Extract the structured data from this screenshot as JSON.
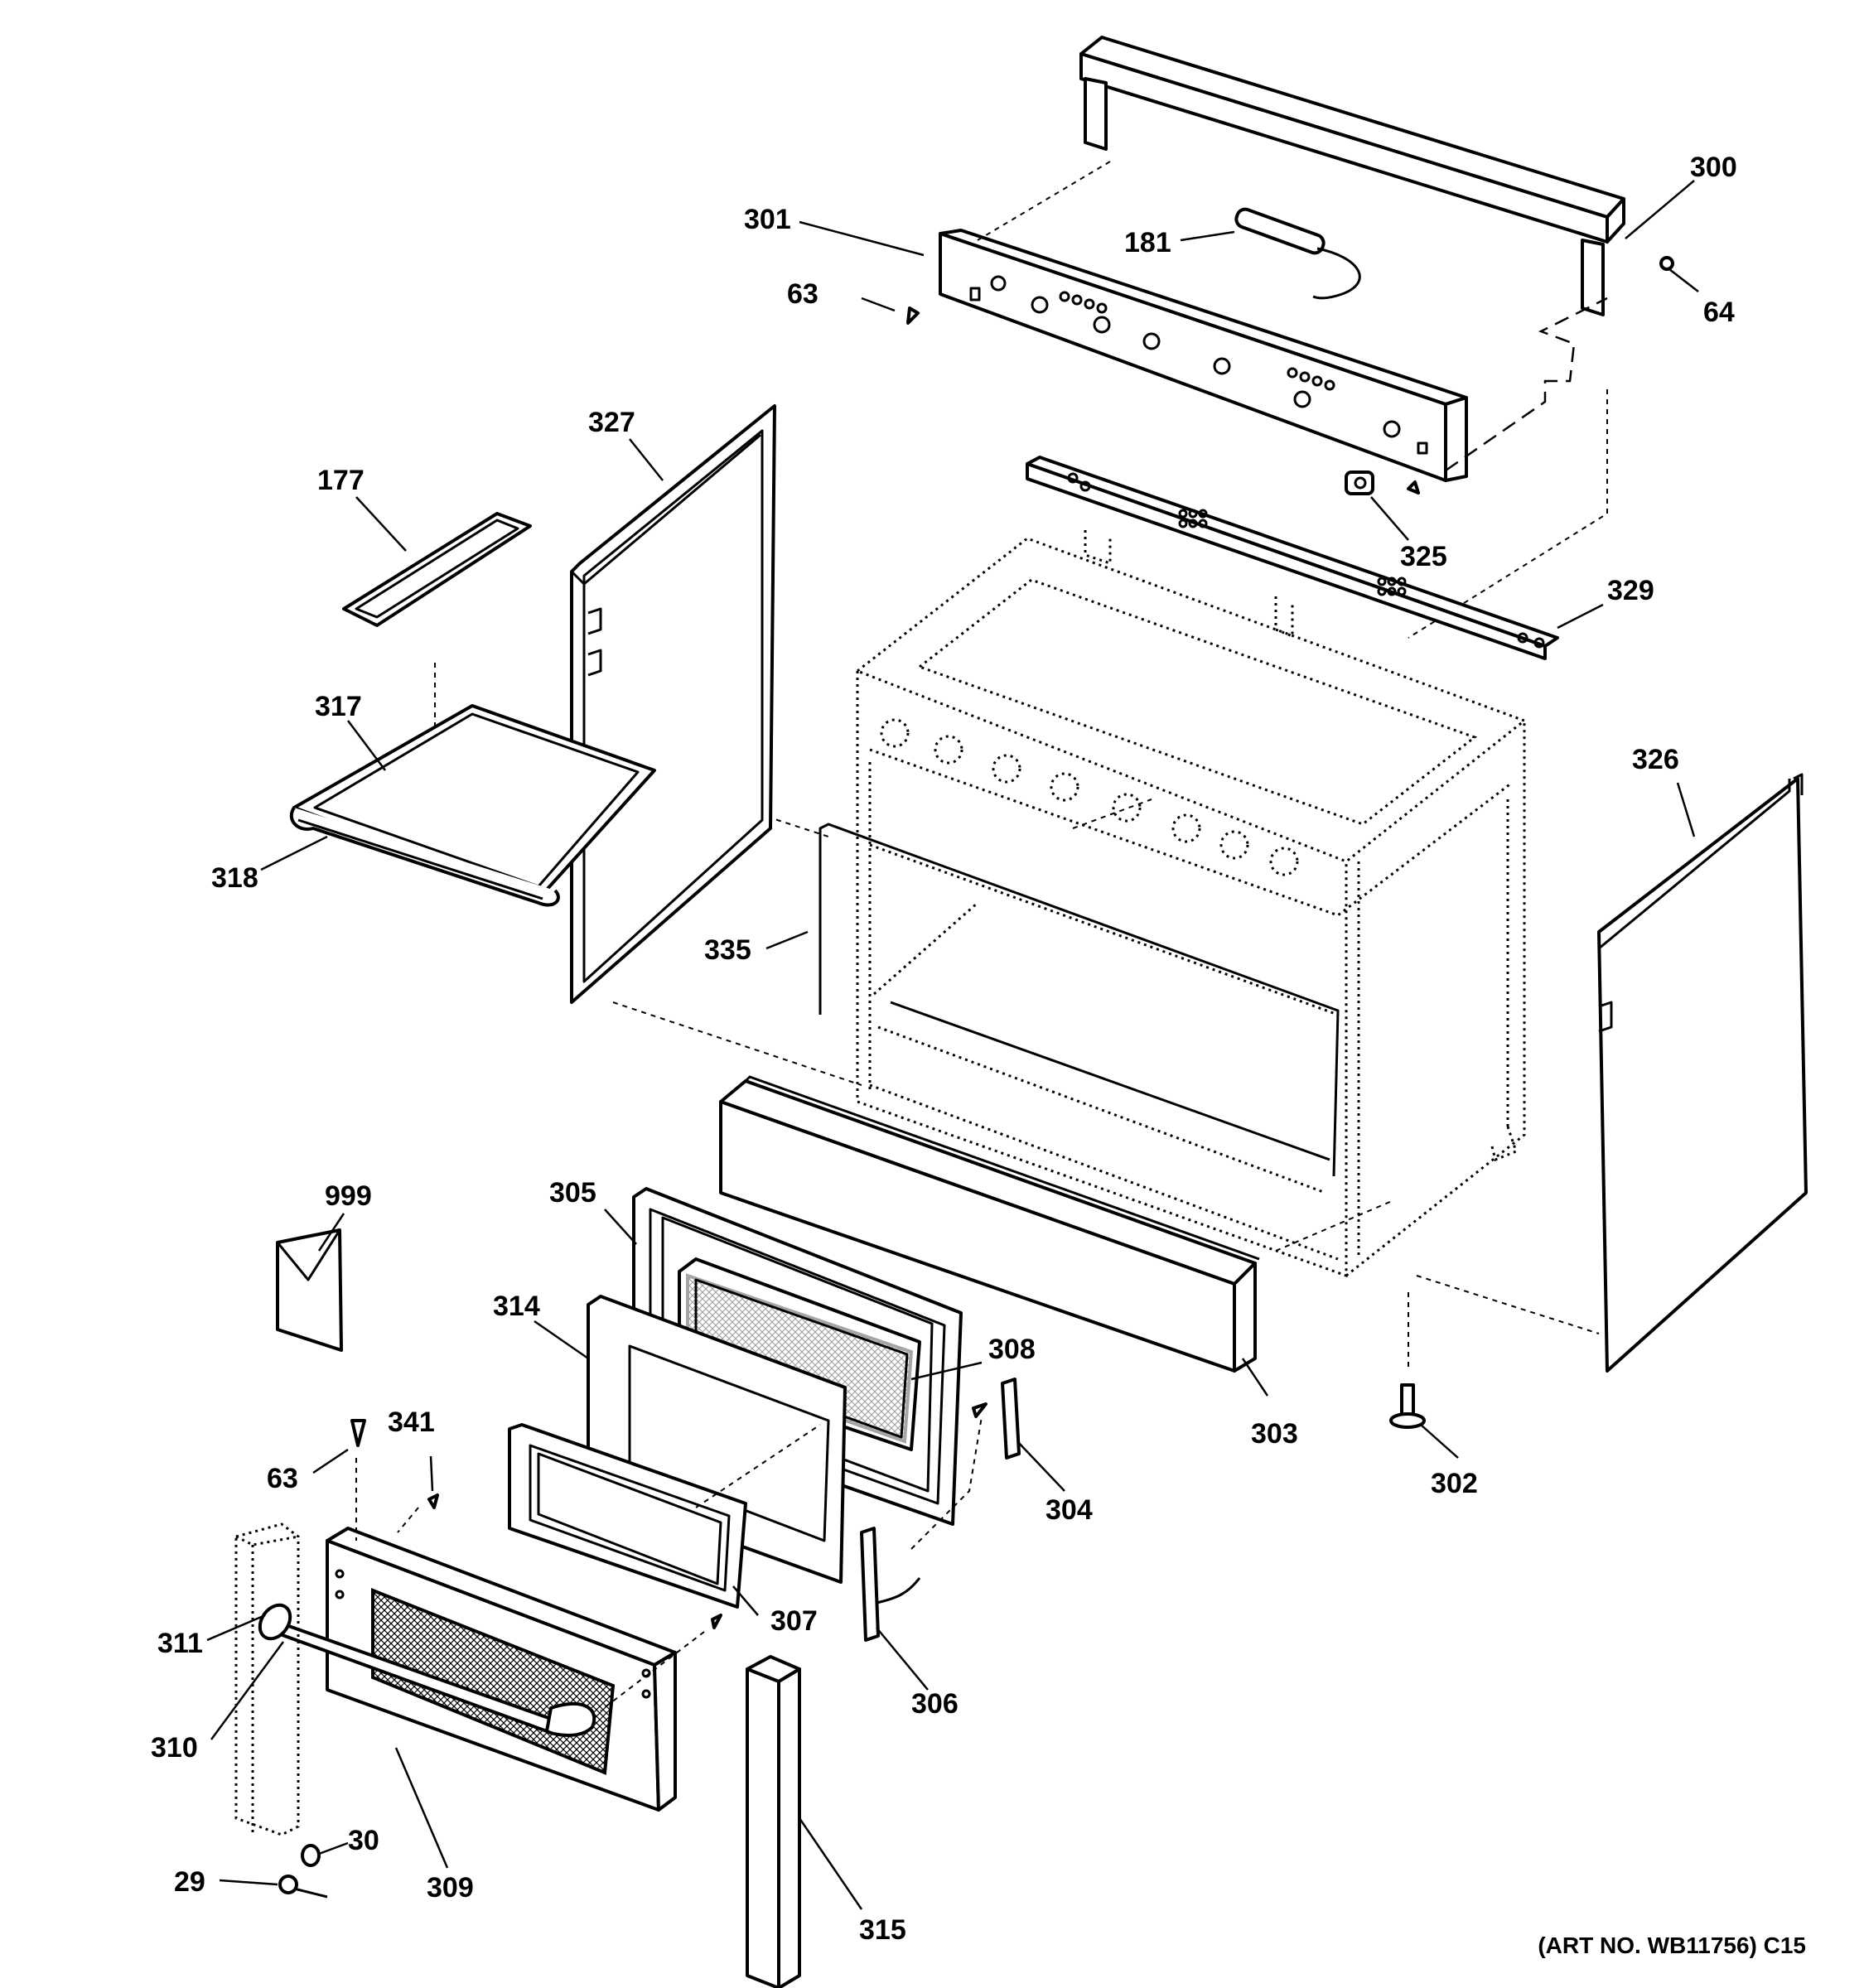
{
  "callouts": [
    {
      "id": "c300",
      "text": "300"
    },
    {
      "id": "c301",
      "text": "301"
    },
    {
      "id": "c181",
      "text": "181"
    },
    {
      "id": "c63a",
      "text": "63"
    },
    {
      "id": "c64",
      "text": "64"
    },
    {
      "id": "c327",
      "text": "327"
    },
    {
      "id": "c177",
      "text": "177"
    },
    {
      "id": "c325",
      "text": "325"
    },
    {
      "id": "c329",
      "text": "329"
    },
    {
      "id": "c317",
      "text": "317"
    },
    {
      "id": "c326",
      "text": "326"
    },
    {
      "id": "c318",
      "text": "318"
    },
    {
      "id": "c335",
      "text": "335"
    },
    {
      "id": "c999",
      "text": "999"
    },
    {
      "id": "c305",
      "text": "305"
    },
    {
      "id": "c314",
      "text": "314"
    },
    {
      "id": "c308",
      "text": "308"
    },
    {
      "id": "c303",
      "text": "303"
    },
    {
      "id": "c341",
      "text": "341"
    },
    {
      "id": "c63b",
      "text": "63"
    },
    {
      "id": "c304",
      "text": "304"
    },
    {
      "id": "c302",
      "text": "302"
    },
    {
      "id": "c307",
      "text": "307"
    },
    {
      "id": "c311",
      "text": "311"
    },
    {
      "id": "c306",
      "text": "306"
    },
    {
      "id": "c310",
      "text": "310"
    },
    {
      "id": "c30",
      "text": "30"
    },
    {
      "id": "c29",
      "text": "29"
    },
    {
      "id": "c309",
      "text": "309"
    },
    {
      "id": "c315",
      "text": "315"
    }
  ],
  "art_note": "(ART NO. WB11756) C15"
}
